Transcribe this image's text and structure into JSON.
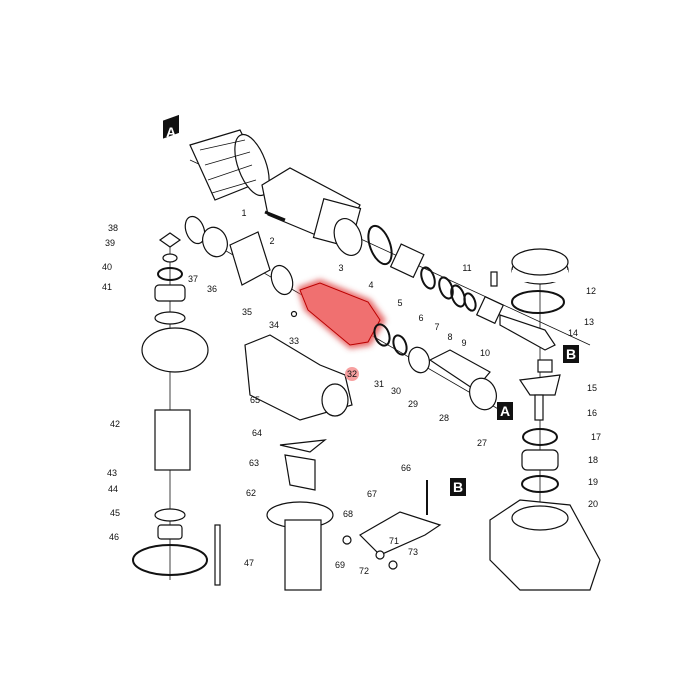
{
  "diagram": {
    "title": "Exploded parts diagram",
    "highlight_color": "#f26b6b",
    "highlighted_part": "32",
    "section_markers": [
      "A",
      "A",
      "B",
      "B"
    ],
    "part_labels": [
      "1",
      "2",
      "3",
      "4",
      "5",
      "6",
      "7",
      "8",
      "9",
      "10",
      "11",
      "12",
      "13",
      "14",
      "15",
      "16",
      "17",
      "18",
      "19",
      "20",
      "27",
      "28",
      "29",
      "30",
      "31",
      "32",
      "33",
      "34",
      "35",
      "36",
      "37",
      "38",
      "39",
      "40",
      "41",
      "42",
      "43",
      "44",
      "45",
      "46",
      "47",
      "62",
      "63",
      "64",
      "65",
      "66",
      "67",
      "68",
      "69",
      "71",
      "72",
      "73"
    ]
  }
}
